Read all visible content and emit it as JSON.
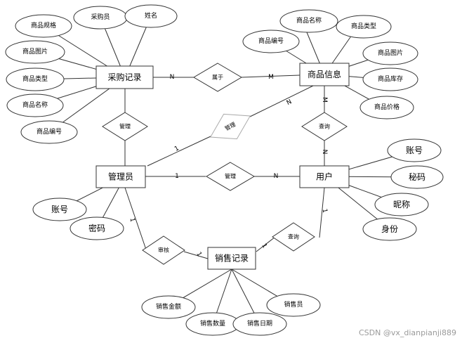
{
  "entities": {
    "purchase_record": "采购记录",
    "product_info": "商品信息",
    "admin": "管理员",
    "user": "用户",
    "sales_record": "销售记录"
  },
  "relationships": {
    "belongs": "属于",
    "manage_purchase": "管理",
    "manage_products": "管理",
    "manage_user": "管理",
    "query_products": "查询",
    "audit": "审核",
    "query_sales": "查询"
  },
  "attributes": {
    "purchase_record": [
      "商品规格",
      "采购员",
      "姓名",
      "商品图片",
      "商品类型",
      "商品名称",
      "商品编号"
    ],
    "product_info": [
      "商品名称",
      "商品编号",
      "商品类型",
      "商品图片",
      "商品库存",
      "商品价格"
    ],
    "admin": [
      "账号",
      "密码"
    ],
    "user": [
      "账号",
      "秘码",
      "昵称",
      "身份"
    ],
    "sales_record": [
      "销售金额",
      "销售数量",
      "销售日期",
      "销售员"
    ]
  },
  "cardinalities": {
    "purchase_belongs": "N",
    "belongs_product": "M",
    "product_query": "M",
    "query_user": "N",
    "admin_manage_user": "1",
    "manage_user_n": "N",
    "admin_manage_products": "1",
    "manage_products_n": "N",
    "admin_audit": "1",
    "audit_sales": "1",
    "sales_query": "1",
    "query_sales_user": "1"
  },
  "watermark": "CSDN @vx_dianpianji889"
}
